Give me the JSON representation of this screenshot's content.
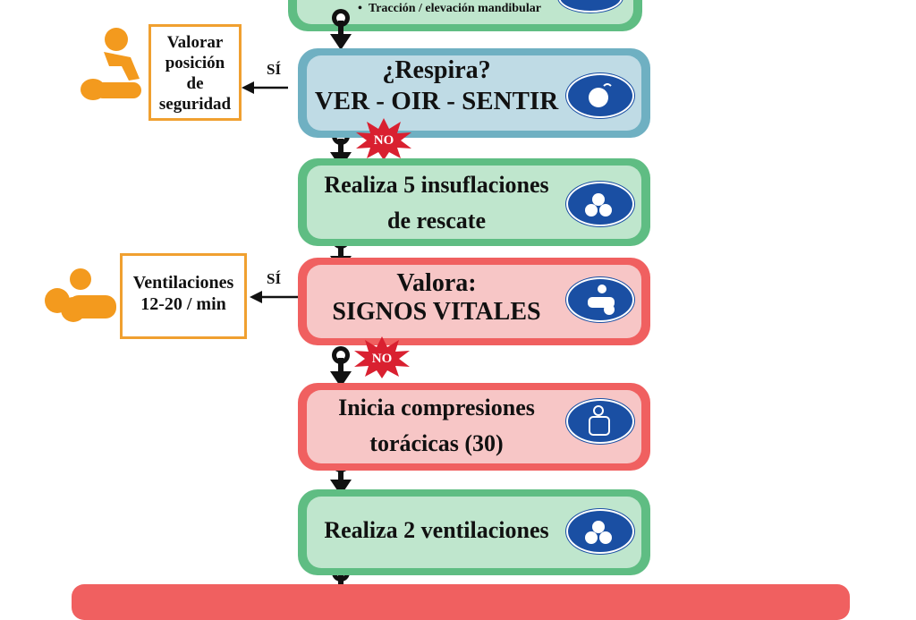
{
  "steps": {
    "top_partial": {
      "bullet": "Tracción / elevación mandibular"
    },
    "breathing": {
      "line1": "¿Respira?",
      "line2": "VER - OIR - SENTIR"
    },
    "rescue": {
      "line1": "Realiza 5 insuflaciones",
      "line2": "de rescate"
    },
    "vitals": {
      "line1": "Valora:",
      "line2": "SIGNOS VITALES"
    },
    "compressions": {
      "line1": "Inicia compresiones",
      "line2": "torácicas (30)"
    },
    "ventilations": {
      "line1": "Realiza 2 ventilaciones"
    }
  },
  "side_boxes": {
    "recovery": {
      "line1": "Valorar",
      "line2": "posición",
      "line3": "de",
      "line4": "seguridad"
    },
    "ventilation_rate": {
      "line1": "Ventilaciones",
      "line2": "12-20 / min"
    }
  },
  "labels": {
    "yes": "SÍ",
    "no": "NO"
  },
  "icons": {
    "breathing": "breathing-head-icon",
    "rescue": "rescue-breath-icon",
    "vitals": "vital-signs-icon",
    "compressions": "chest-compression-icon",
    "ventilations": "rescue-breath-icon",
    "recovery_figure": "recovery-position-figure",
    "ventilation_figure": "ventilation-figure"
  },
  "colors": {
    "green_border": "#5fbd83",
    "green_fill": "#bfe6cd",
    "blue_border": "#6fb0c2",
    "blue_fill": "#bfdbe5",
    "red_border": "#f06060",
    "red_fill": "#f7c6c6",
    "orange": "#f0a030",
    "icon_blue": "#1a4fa3",
    "no_burst": "#d92030"
  }
}
